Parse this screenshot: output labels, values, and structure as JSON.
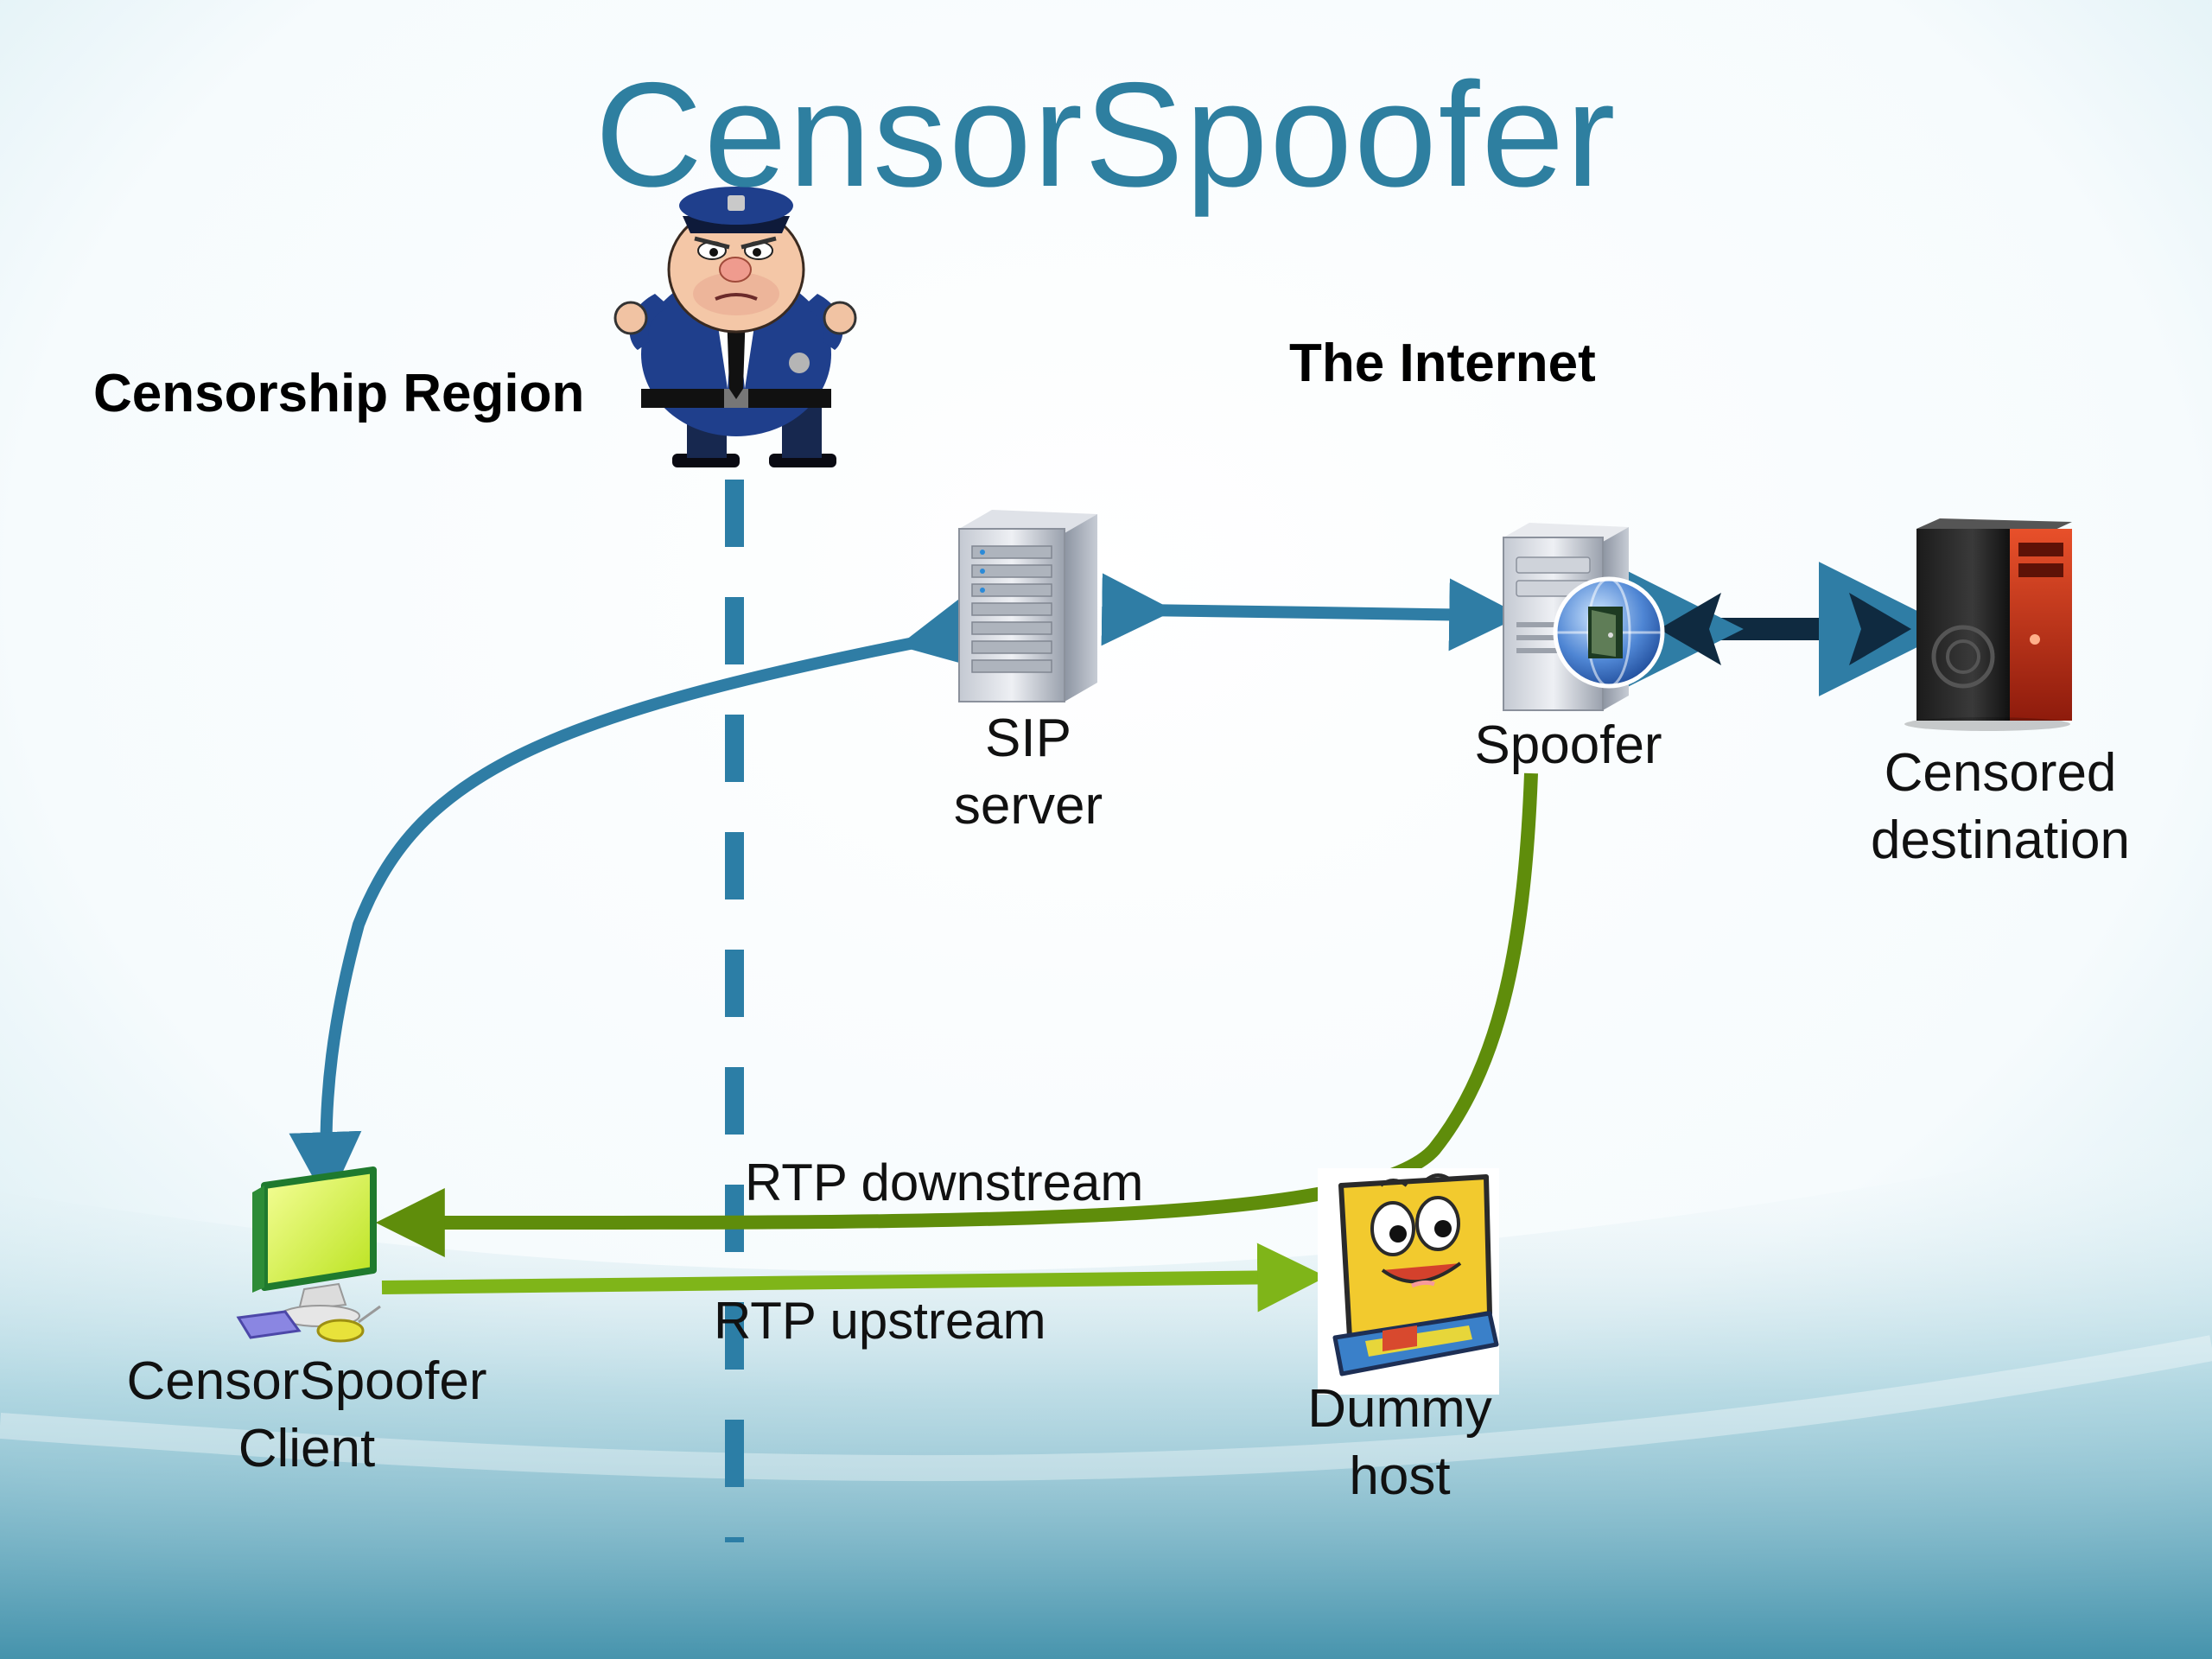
{
  "slide": {
    "title": "CensorSpoofer",
    "regions": {
      "censorship": "Censorship Region",
      "internet": "The Internet"
    },
    "nodes": {
      "sip_server": [
        "SIP",
        "server"
      ],
      "spoofer": "Spoofer",
      "censored_destination": [
        "Censored",
        "destination"
      ],
      "client": [
        "CensorSpoofer",
        "Client"
      ],
      "dummy_host": [
        "Dummy",
        "host"
      ]
    },
    "flows": {
      "rtp_downstream": "RTP downstream",
      "rtp_upstream": "RTP upstream"
    }
  },
  "colors": {
    "title": "#2e7fa0",
    "signaling_arrow": "#2f7da5",
    "tunnel_arrow": "#0f2a40",
    "downstream_arrow": "#5f8d0b",
    "upstream_arrow": "#7fb519",
    "boundary_line": "#2c7ea6"
  },
  "icons": [
    "police-officer-icon",
    "server-tower-icon",
    "spoofer-server-icon",
    "globe-icon",
    "destination-computer-icon",
    "client-computer-icon",
    "cartoon-laptop-icon"
  ]
}
